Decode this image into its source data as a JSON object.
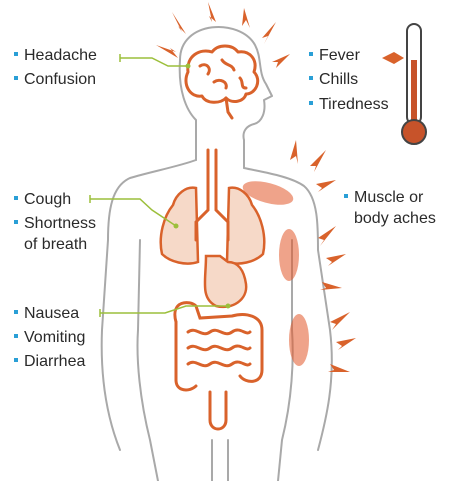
{
  "labels": {
    "head": [
      "Headache",
      "Confusion"
    ],
    "temperature": [
      "Fever",
      "Chills",
      "Tiredness"
    ],
    "chest": [
      "Cough",
      "Shortness",
      "of breath"
    ],
    "muscle": [
      "Muscle or",
      "body aches"
    ],
    "stomach": [
      "Nausea",
      "Vomiting",
      "Diarrhea"
    ]
  },
  "colors": {
    "outline": "#a9a9a9",
    "organ": "#d9622b",
    "organ_fill": "#f6d9c8",
    "ache": "#e2582a",
    "bullet": "#2a9fd6",
    "leader": "#9cbf3b",
    "text": "#2a2a2a"
  },
  "icons": [
    "brain-icon",
    "lungs-icon",
    "stomach-icon",
    "intestines-icon",
    "thermometer-icon",
    "muscle-ache-icon"
  ]
}
